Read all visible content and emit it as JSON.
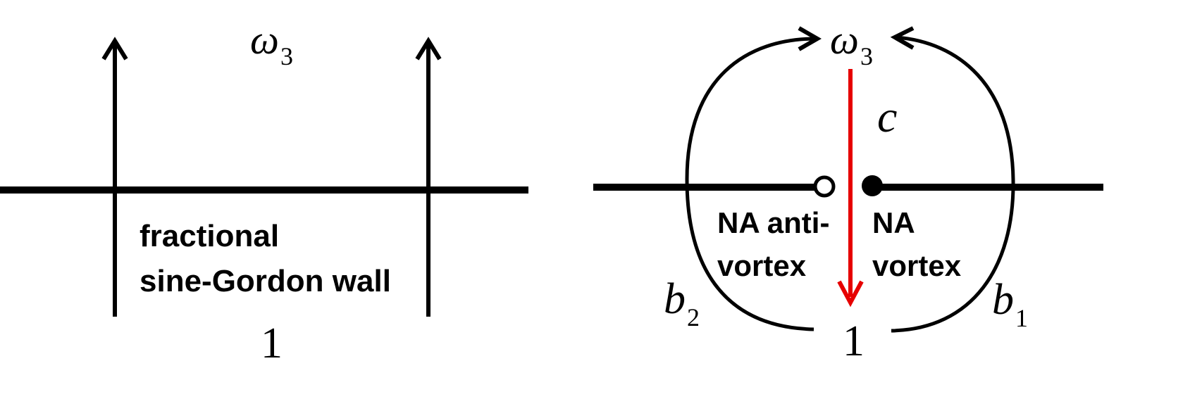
{
  "colors": {
    "ink": "#000000",
    "accent_arrow": "#e60000",
    "background": "#ffffff"
  },
  "left_panel": {
    "top_label": {
      "base": "ω",
      "sub": "3"
    },
    "bottom_label": "1",
    "caption_line1": "fractional",
    "caption_line2": "sine-Gordon wall"
  },
  "right_panel": {
    "top_label": {
      "base": "ω",
      "sub": "3"
    },
    "bottom_label": "1",
    "path_label": "c",
    "left_loop_label": {
      "base": "b",
      "sub": "2"
    },
    "right_loop_label": {
      "base": "b",
      "sub": "1"
    },
    "antivortex_line1": "NA anti-",
    "antivortex_line2": "vortex",
    "vortex_line1": "NA",
    "vortex_line2": "vortex"
  }
}
